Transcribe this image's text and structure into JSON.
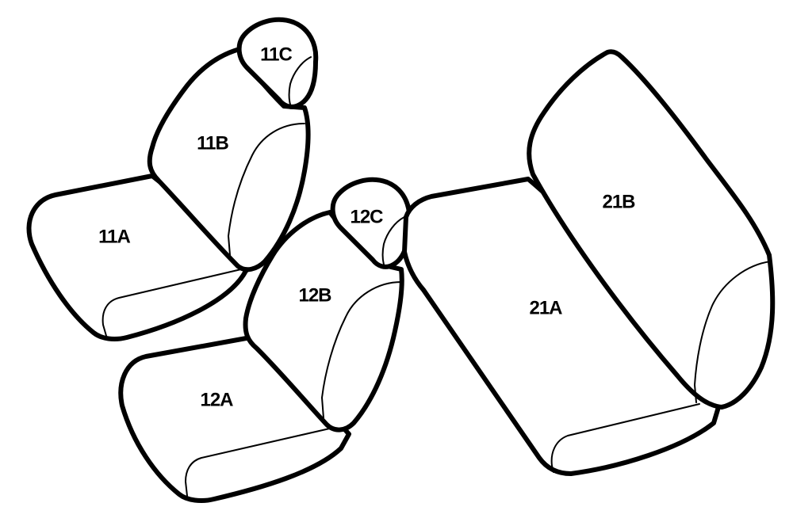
{
  "labels": {
    "seat_11a": "11A",
    "seat_11b": "11B",
    "seat_11c": "11C",
    "seat_12a": "12A",
    "seat_12b": "12B",
    "seat_12c": "12C",
    "seat_21a": "21A",
    "seat_21b": "21B"
  },
  "colors": {
    "outline": "#000000",
    "background": "#ffffff"
  }
}
